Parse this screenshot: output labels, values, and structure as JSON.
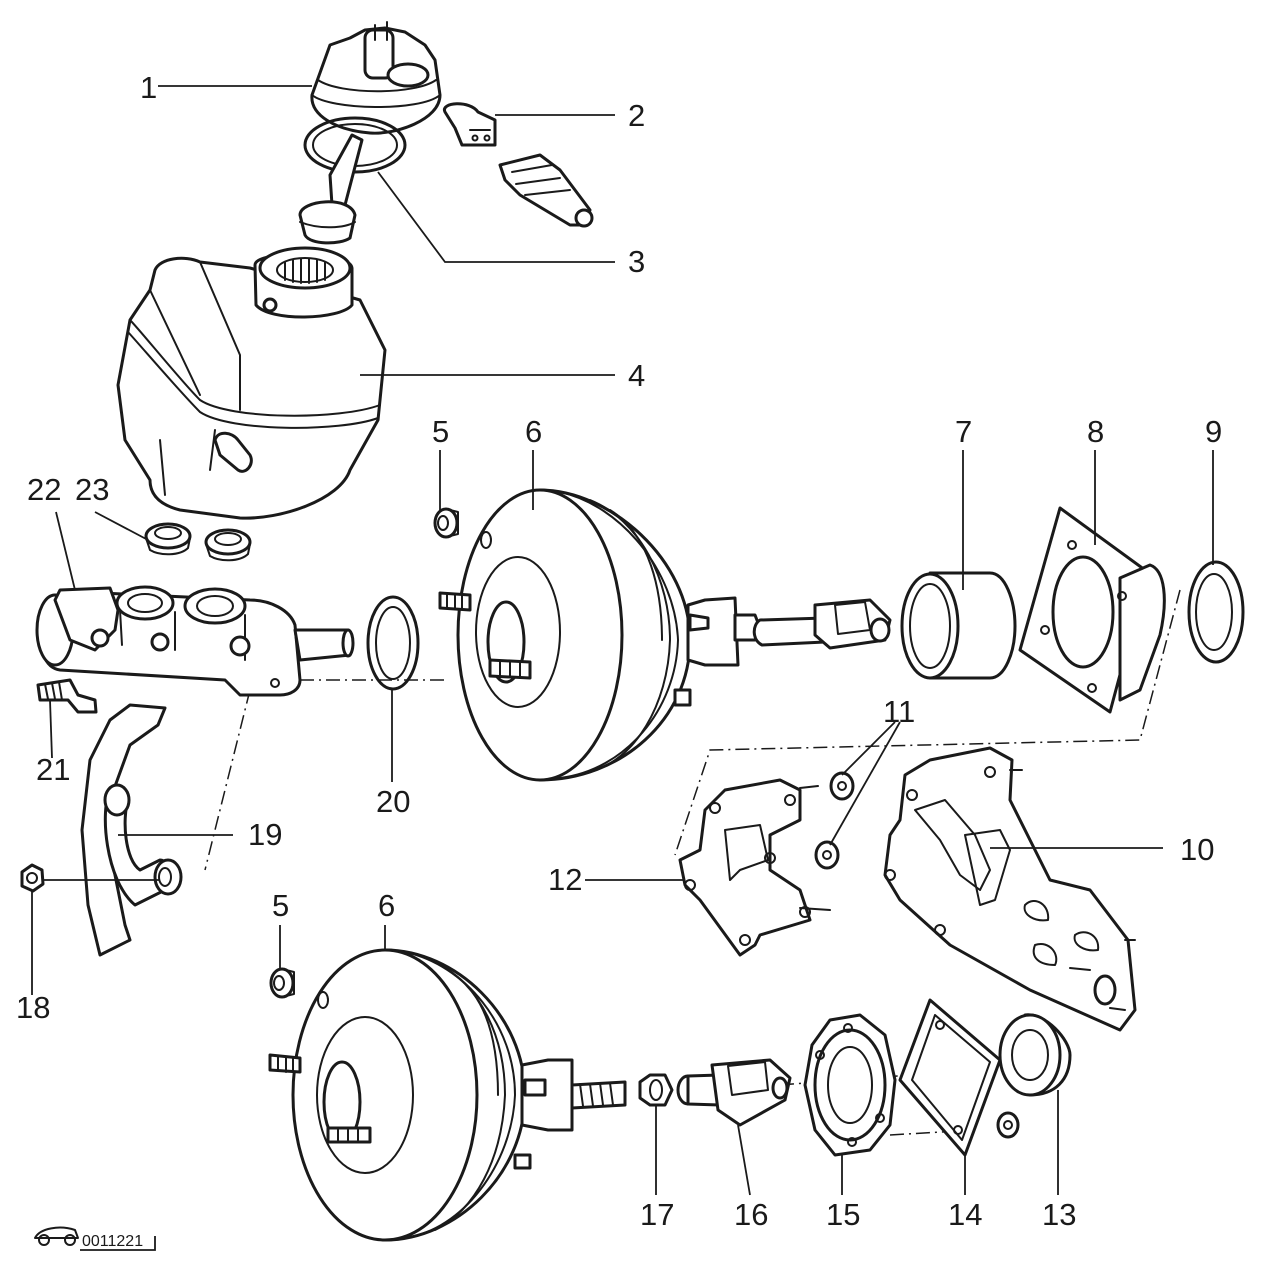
{
  "callouts": {
    "c1": "1",
    "c2": "2",
    "c3": "3",
    "c4": "4",
    "c5a": "5",
    "c5b": "5",
    "c6a": "6",
    "c6b": "6",
    "c7": "7",
    "c8": "8",
    "c9": "9",
    "c10": "10",
    "c11": "11",
    "c12": "12",
    "c13": "13",
    "c14": "14",
    "c15": "15",
    "c16": "16",
    "c17": "17",
    "c18": "18",
    "c19": "19",
    "c20": "20",
    "c21": "21",
    "c22": "22",
    "c23": "23"
  },
  "figure_code": "0011221",
  "colors": {
    "line": "#1a1a1a",
    "background": "#ffffff"
  }
}
